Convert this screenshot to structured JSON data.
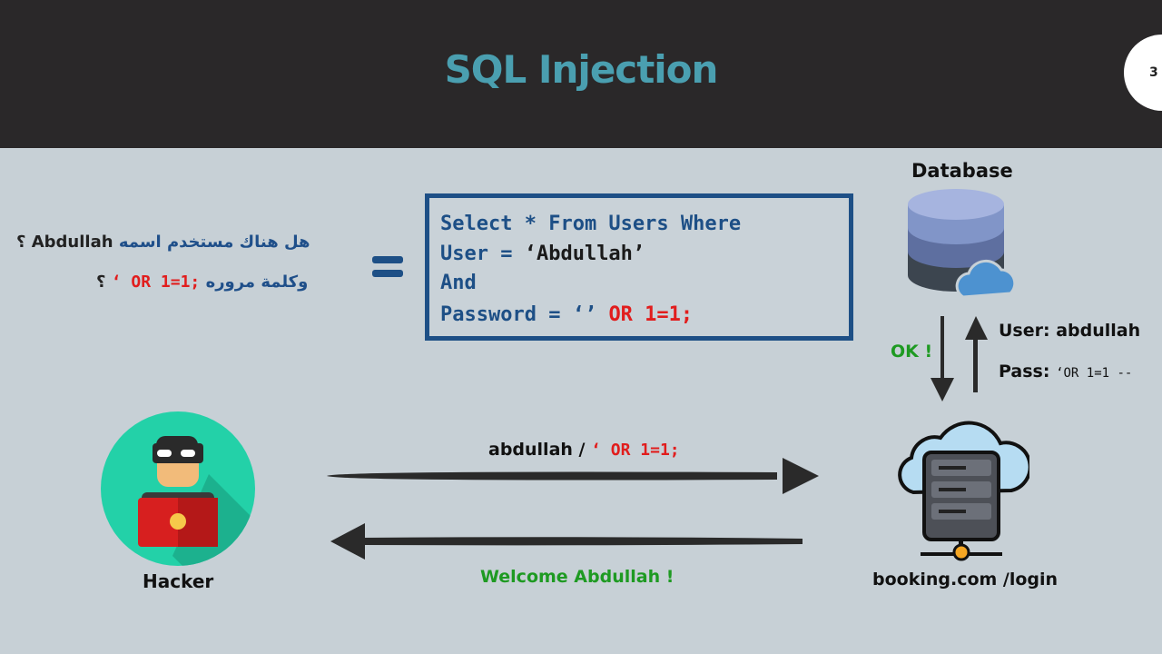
{
  "header": {
    "title": "SQL Injection",
    "page_number": "3"
  },
  "question": {
    "line1_arabic": "هل هناك مستخدم اسمه",
    "line1_name": "Abdullah",
    "line1_mark": "؟",
    "line2_arabic": "وكلمة مروره",
    "line2_code": "‘ OR 1=1;",
    "line2_mark": "؟"
  },
  "sql": {
    "line1": "Select * From Users Where",
    "line2_prefix": "User = ",
    "line2_value": "‘Abdullah’",
    "line3": "And",
    "line4_prefix": "Password = ‘’",
    "line4_injection": "OR 1=1;"
  },
  "database": {
    "label": "Database"
  },
  "db_flow": {
    "ok_label": "OK !",
    "user_label": "User: abdullah",
    "pass_label": "Pass:",
    "pass_value": "‘OR 1=1 --"
  },
  "request": {
    "user_text": "abdullah / ",
    "payload": "‘ OR 1=1;"
  },
  "response": {
    "text": "Welcome Abdullah !"
  },
  "hacker": {
    "label": "Hacker"
  },
  "server": {
    "label": "booking.com /login"
  },
  "colors": {
    "header_bg": "#2a2829",
    "title": "#4a9fb0",
    "slide_bg": "#c7d0d6",
    "accent_blue": "#1d4f86",
    "injection_red": "#e11d1d",
    "success_green": "#1e9a22"
  }
}
